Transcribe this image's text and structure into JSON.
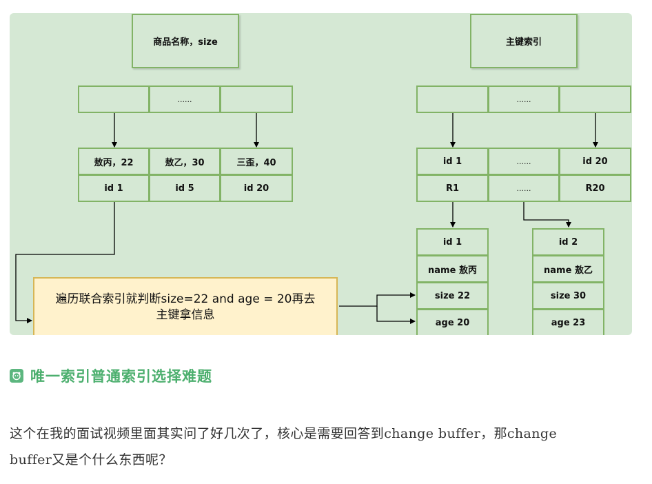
{
  "diagram": {
    "left_tree": {
      "root_label": "商品名称，size",
      "middle_cells": [
        "",
        "......",
        ""
      ],
      "leaf_keys": [
        "敖丙，22",
        "敖乙，30",
        "三歪，40"
      ],
      "leaf_ids": [
        "id 1",
        "id 5",
        "id 20"
      ]
    },
    "right_tree": {
      "root_label": "主键索引",
      "middle_cells": [
        "",
        "......",
        ""
      ],
      "leaf_ids": [
        "id 1",
        "......",
        "id 20"
      ],
      "leaf_rows": [
        "R1",
        "......",
        "R20"
      ],
      "record_1": [
        "id 1",
        "name 敖丙",
        "size 22",
        "age 20"
      ],
      "record_2": [
        "id 2",
        "name 敖乙",
        "size 30",
        "age 23"
      ]
    },
    "note_line1": "遍历联合索引就判断size=22 and age = 20再去",
    "note_line2": "主键拿信息"
  },
  "heading": {
    "icon": "badge-icon",
    "text": "唯一索引普通索引选择难题"
  },
  "paragraph": {
    "line1": "这个在我的面试视频里面其实问了好几次了，核心是需要回答到change buffer，那change",
    "line2": "buffer又是个什么东西呢？"
  },
  "colors": {
    "figure_bg": "#d5e8d4",
    "box_border": "#82b366",
    "note_bg": "#fff2cc",
    "note_border": "#d6b656",
    "heading": "#4caf6e"
  }
}
